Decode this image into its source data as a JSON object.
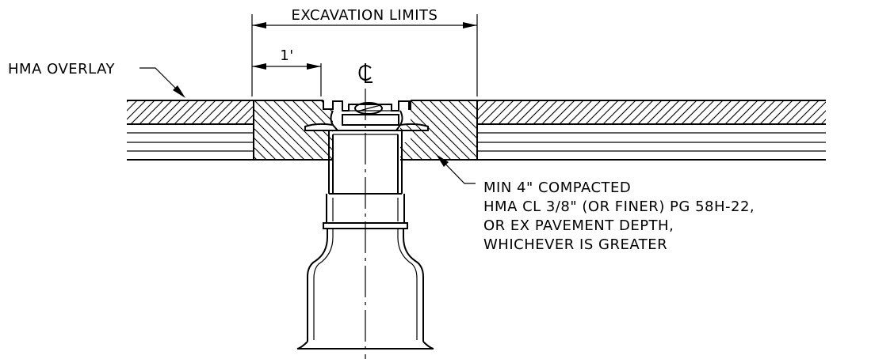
{
  "labels": {
    "excavation_limits": "EXCAVATION LIMITS",
    "one_foot": "1'",
    "centerline": "CL",
    "hma_overlay": "HMA OVERLAY",
    "note_line1": "MIN 4\" COMPACTED",
    "note_line2": "HMA CL 3/8\" (OR FINER) PG 58H-22,",
    "note_line3": "OR EX PAVEMENT DEPTH,",
    "note_line4": "WHICHEVER IS GREATER"
  }
}
